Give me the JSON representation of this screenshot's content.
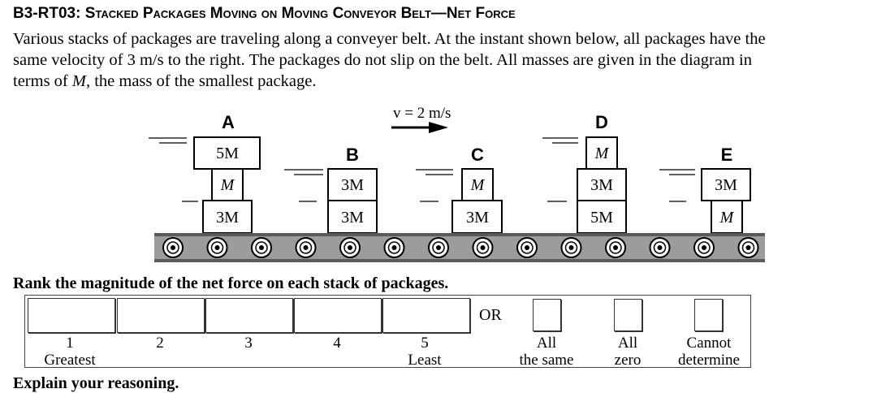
{
  "header": {
    "code": "B3-RT03:",
    "title": "Stacked Packages Moving on Moving Conveyor Belt—Net Force"
  },
  "intro": {
    "line1": "Various stacks of packages are traveling along a conveyer belt. At the instant shown below, all packages have the",
    "line2": "same velocity of 3 m/s to the right. The packages do not slip on the belt. All masses are given in the diagram in",
    "line3_pre": "terms of ",
    "line3_var": "M,",
    "line3_post": " the mass of the smallest package."
  },
  "diagram": {
    "velocity_label": "v = 2 m/s",
    "stacks": [
      {
        "letter": "A",
        "top": "5M",
        "middle": "M",
        "bottom": "3M"
      },
      {
        "letter": "B",
        "top": "3M",
        "bottom": "3M"
      },
      {
        "letter": "C",
        "top": "M",
        "bottom": "3M"
      },
      {
        "letter": "D",
        "top": "M",
        "middle": "3M",
        "bottom": "5M"
      },
      {
        "letter": "E",
        "top": "3M",
        "bottom": "M"
      }
    ]
  },
  "question": "Rank the magnitude of the net force on each stack of packages.",
  "ranking": {
    "positions": [
      "1",
      "2",
      "3",
      "4",
      "5"
    ],
    "greatest": "Greatest",
    "least": "Least",
    "or": "OR",
    "options": [
      {
        "line1": "All",
        "line2": "the same"
      },
      {
        "line1": "All",
        "line2": "zero"
      },
      {
        "line1": "Cannot",
        "line2": "determine"
      }
    ]
  },
  "explain": "Explain your reasoning."
}
